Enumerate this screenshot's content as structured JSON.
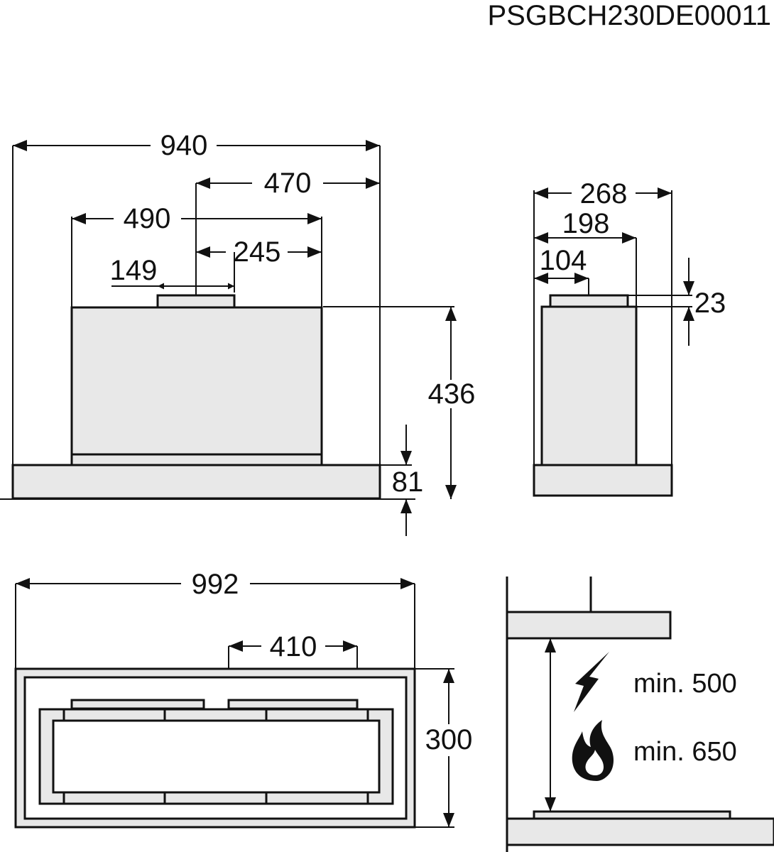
{
  "document_code": "PSGBCH230DE00011",
  "front_view": {
    "width_total": "940",
    "half_width": "470",
    "body_width": "490",
    "body_half": "245",
    "outlet_width": "149",
    "height_total": "436",
    "panel_height": "81"
  },
  "side_view": {
    "depth_total": "268",
    "body_depth": "198",
    "outlet_offset": "104",
    "outlet_height": "23"
  },
  "bottom_view": {
    "width_total": "992",
    "cutout_width": "410",
    "depth": "300"
  },
  "clearance": {
    "electric_label": "min. 500",
    "gas_label": "min. 650",
    "electric_icon": "lightning-icon",
    "gas_icon": "flame-icon"
  }
}
